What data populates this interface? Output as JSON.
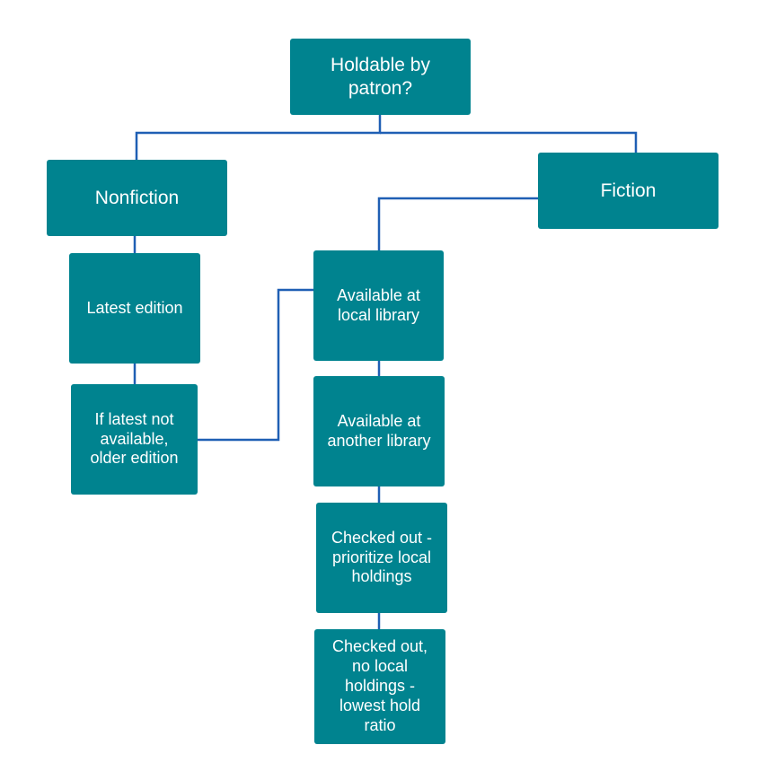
{
  "diagram": {
    "nodes": {
      "root": "Holdable by\npatron?",
      "nonfiction": "Nonfiction",
      "fiction": "Fiction",
      "latest_edition": "Latest edition",
      "older_edition": "If latest not\navailable,\nolder edition",
      "available_local": "Available at\nlocal library",
      "available_other": "Available at\nanother library",
      "checked_out_local": "Checked out -\nprioritize local\nholdings",
      "checked_out_no_local": "Checked out,\nno local\nholdings -\nlowest hold\nratio"
    },
    "colors": {
      "node_fill": "#00838f",
      "node_text": "#ffffff",
      "connector": "#1f5fb4"
    }
  }
}
